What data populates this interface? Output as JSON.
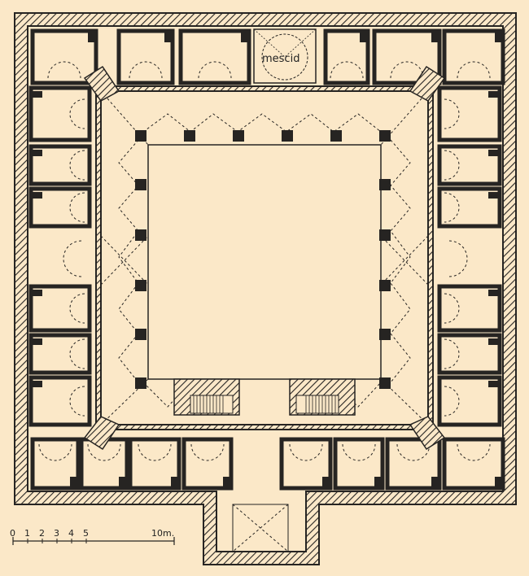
{
  "labels": {
    "mescid": "mescid",
    "scale_ticks": [
      "0",
      "1",
      "2",
      "3",
      "4",
      "5"
    ],
    "scale_end": "10m."
  },
  "colors": {
    "background": "#fbe8c8",
    "wall": "#262422",
    "hatch": "#262422"
  }
}
